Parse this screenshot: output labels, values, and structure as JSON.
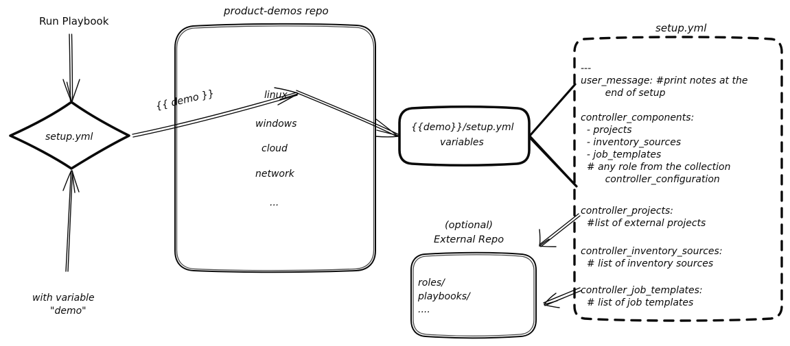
{
  "diagram": {
    "title_run_playbook": "Run Playbook",
    "label_with_variable_line1": "with variable",
    "label_with_variable_line2": "\"demo\"",
    "decision_setup_yml": "setup.yml",
    "edge_demo_var": "{{ demo }}",
    "repo": {
      "title": "product-demos repo",
      "items": [
        "linux",
        "windows",
        "cloud",
        "network",
        "..."
      ]
    },
    "variables_box": {
      "line1": "{{demo}}/setup.yml",
      "line2": "variables"
    },
    "external_repo": {
      "title_line1": "(optional)",
      "title_line2": "External Repo",
      "items": [
        "roles/",
        "playbooks/",
        "...."
      ]
    },
    "setup_file": {
      "title": "setup.yml",
      "lines": [
        "---",
        "user_message: #print notes at the",
        "        end of setup",
        "",
        "controller_components:",
        "  - projects",
        "  - inventory_sources",
        "  - job_templates",
        "  # any role from the collection",
        "        controller_configuration",
        "",
        "controller_projects:",
        "  #list of external projects",
        "",
        "controller_inventory_sources:",
        "  # list of inventory sources",
        "",
        "controller_job_templates:",
        "  # list of job templates"
      ]
    },
    "colors": {
      "ink": "#0a0a0a",
      "background": "#ffffff"
    }
  }
}
